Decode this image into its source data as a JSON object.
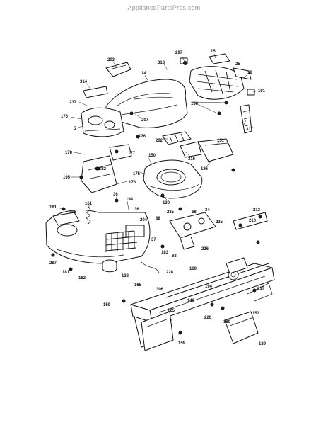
{
  "watermark": "AppliancePartsPros.com",
  "callouts": {
    "c203": "203",
    "c297": "297",
    "c318": "318",
    "c15": "15",
    "c25": "25",
    "c18": "18",
    "c14": "14",
    "c314": "314",
    "c191": "191",
    "c237": "237",
    "c130a": "130",
    "c176a": "176",
    "c207": "207",
    "c5": "5",
    "c176b": "176",
    "c317": "317",
    "c202": "202",
    "c151": "151",
    "c178": "178",
    "c177": "177",
    "c316": "316",
    "c150": "150",
    "c136": "136",
    "c195": "195",
    "c182": "182",
    "c175": "175",
    "c176c": "176",
    "c130b": "130",
    "c36": "36",
    "c181": "181",
    "c161": "161",
    "c194": "194",
    "c235": "235",
    "c36b": "36",
    "c34": "34",
    "c213": "213",
    "c195b": "195",
    "c88": "88",
    "c204": "204",
    "c68": "68",
    "c210": "210",
    "c235b": "235",
    "c37": "37",
    "c183": "183",
    "c68b": "68",
    "c236": "236",
    "c287": "287",
    "c181b": "181",
    "c138": "138",
    "c228": "228",
    "c160": "160",
    "c182b": "182",
    "c165": "165",
    "c306": "306",
    "c194b": "194",
    "c217": "217",
    "c159": "159",
    "c125": "125",
    "c146": "146",
    "c220": "220",
    "c189": "189",
    "c152": "152",
    "c159b": "159",
    "c189b": "189"
  }
}
